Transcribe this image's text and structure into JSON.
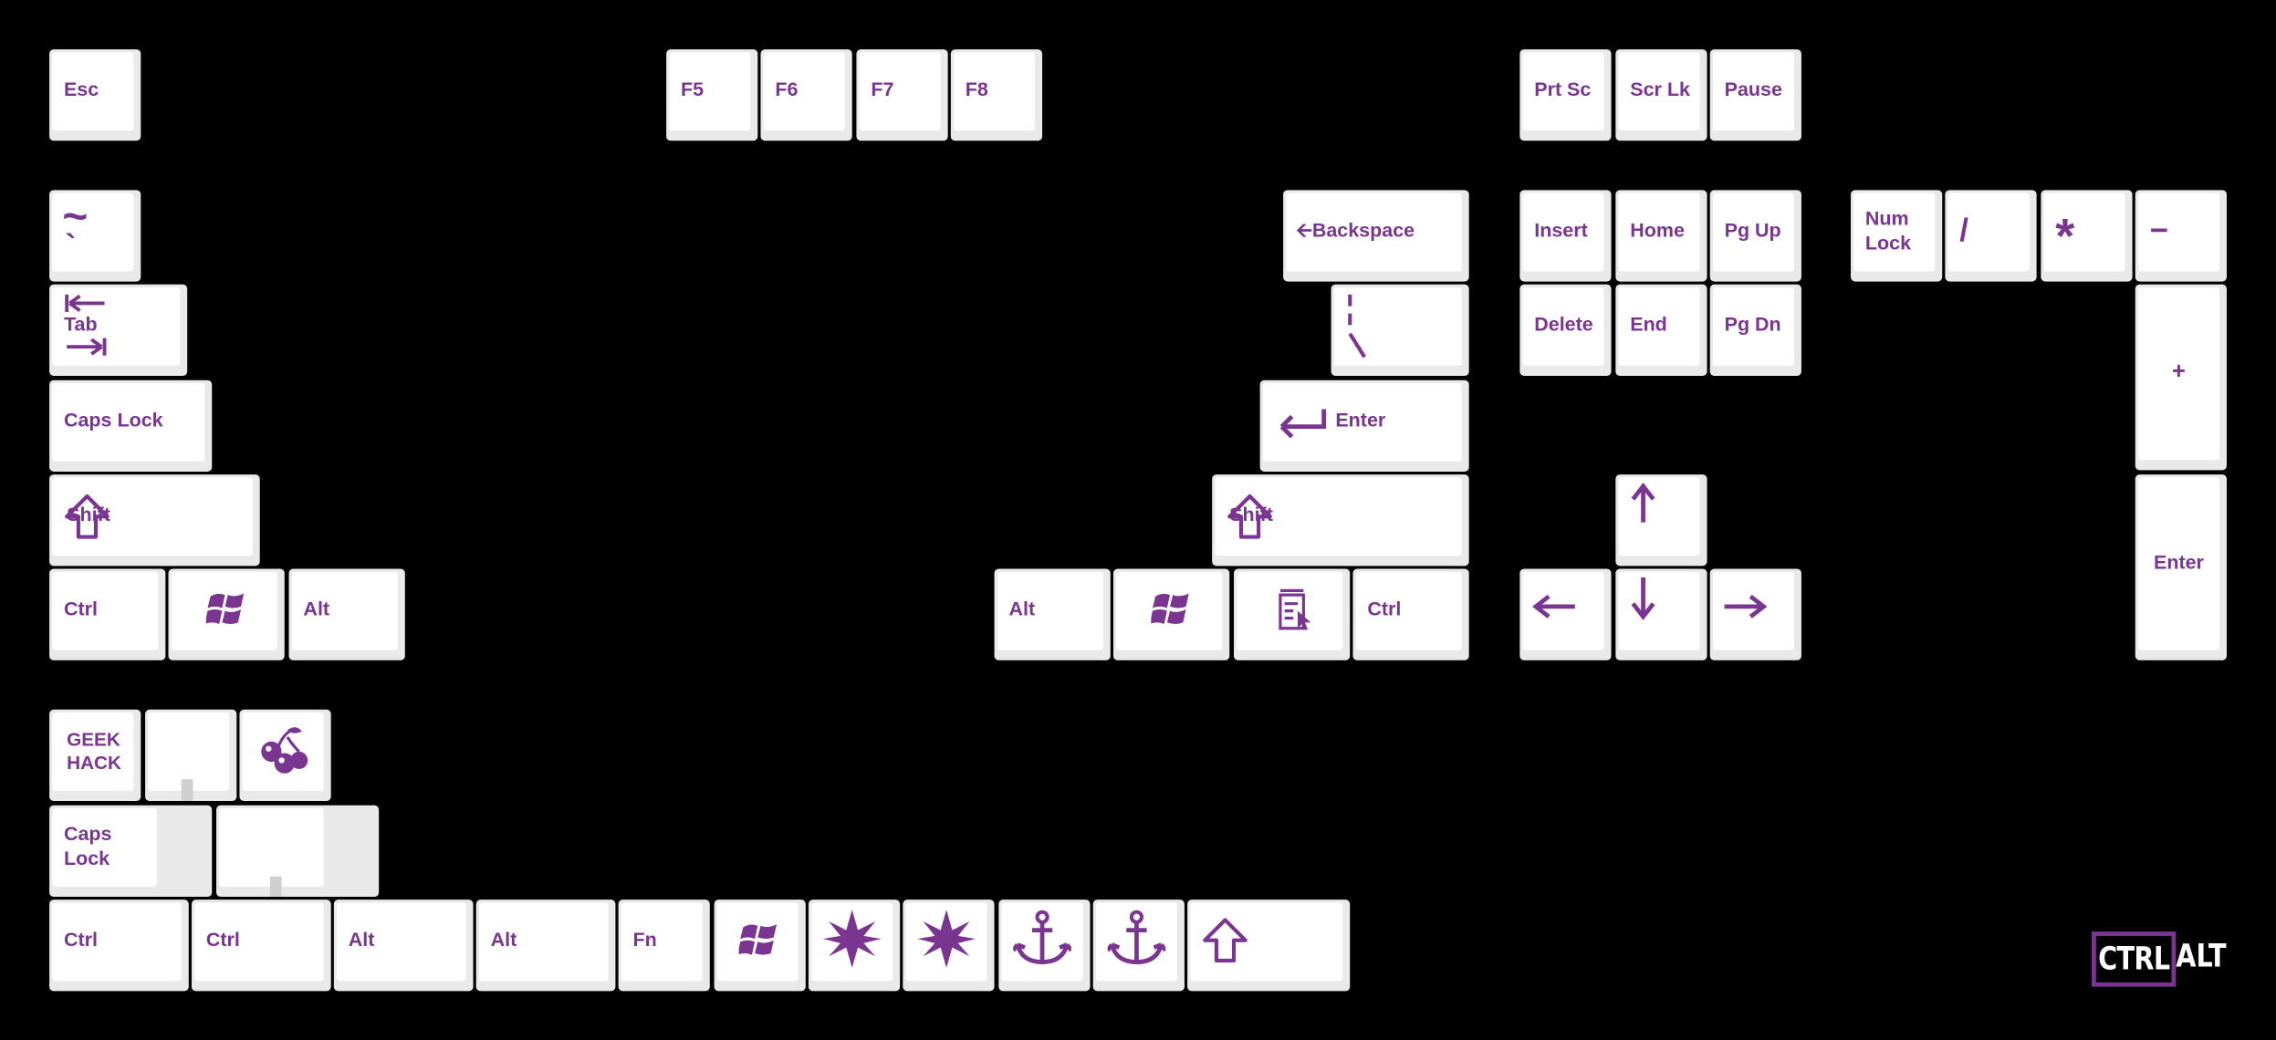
{
  "colors": {
    "background": "#000000",
    "legend": "#7a3590",
    "keycap": "#ffffff",
    "keyside": "#e9e9e9"
  },
  "keys": {
    "esc": "Esc",
    "f5": "F5",
    "f6": "F6",
    "f7": "F7",
    "f8": "F8",
    "prtsc": "Prt Sc",
    "scrlk": "Scr Lk",
    "pause": "Pause",
    "tilde_top": "~",
    "tilde_bottom": "`",
    "backspace": "Backspace",
    "insert": "Insert",
    "home": "Home",
    "pgup": "Pg Up",
    "delete": "Delete",
    "end": "End",
    "pgdn": "Pg Dn",
    "numlock": "Num\nLock",
    "slash": "/",
    "asterisk": "*",
    "minus": "−",
    "plus": "+",
    "num_enter": "Enter",
    "tab": "Tab",
    "caps": "Caps Lock",
    "enter": "Enter",
    "shift_left": "Shift",
    "shift_right": "Shift",
    "ctrl_left": "Ctrl",
    "alt_left": "Alt",
    "alt_right": "Alt",
    "ctrl_right": "Ctrl",
    "geekhack": "GEEK\nHACK",
    "caps_lock_2": "Caps\nLock",
    "mod_ctrl_1": "Ctrl",
    "mod_ctrl_2": "Ctrl",
    "mod_alt_1": "Alt",
    "mod_alt_2": "Alt",
    "fn": "Fn"
  },
  "icons": {
    "windows": "windows-logo-icon",
    "menu": "menu-key-icon",
    "arrow_up": "arrow-up-icon",
    "arrow_down": "arrow-down-icon",
    "arrow_left": "arrow-left-icon",
    "arrow_right": "arrow-right-icon",
    "cherry": "cherry-icon",
    "star": "compass-star-icon",
    "anchor": "anchor-icon",
    "shift": "shift-arrow-icon"
  },
  "logo": {
    "ctrl": "CTRL",
    "alt": "ALT"
  }
}
